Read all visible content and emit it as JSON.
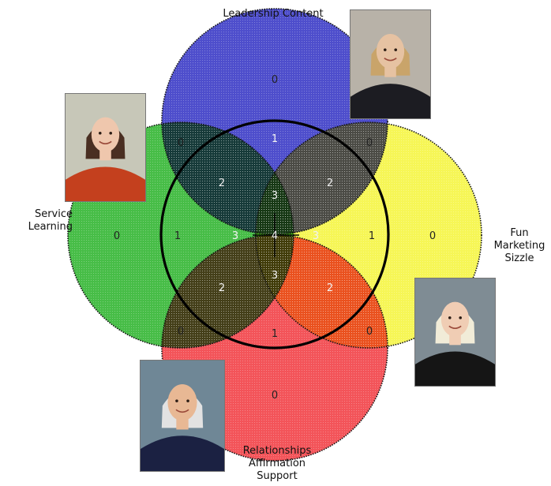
{
  "categories": {
    "top": {
      "lines": [
        "Leadership Content"
      ],
      "color": "#3f3fc8"
    },
    "left": {
      "lines": [
        "Service",
        "Learning"
      ],
      "color": "#1fae1f"
    },
    "right": {
      "lines": [
        "Fun",
        "Marketing",
        "Sizzle"
      ],
      "color": "#f4f43a"
    },
    "bottom": {
      "lines": [
        "Relationships",
        "Affirmation",
        "Support"
      ],
      "color": "#f0292f"
    }
  },
  "regions": [
    {
      "id": "top-only",
      "value": "0"
    },
    {
      "id": "left-only",
      "value": "0"
    },
    {
      "id": "right-only",
      "value": "0"
    },
    {
      "id": "bottom-only",
      "value": "0"
    },
    {
      "id": "top-left-outer",
      "value": "0"
    },
    {
      "id": "top-right-outer",
      "value": "0"
    },
    {
      "id": "bottom-left-outer",
      "value": "0"
    },
    {
      "id": "bottom-right-outer",
      "value": "0"
    },
    {
      "id": "top-inner",
      "value": "1"
    },
    {
      "id": "left-inner",
      "value": "1"
    },
    {
      "id": "right-inner",
      "value": "1"
    },
    {
      "id": "bottom-inner",
      "value": "1"
    },
    {
      "id": "top-left-pair",
      "value": "2"
    },
    {
      "id": "top-right-pair",
      "value": "2"
    },
    {
      "id": "bottom-left-pair",
      "value": "2"
    },
    {
      "id": "bottom-right-pair",
      "value": "2"
    },
    {
      "id": "triple-top",
      "value": "3"
    },
    {
      "id": "triple-left",
      "value": "3"
    },
    {
      "id": "triple-right",
      "value": "3"
    },
    {
      "id": "triple-bottom",
      "value": "3"
    },
    {
      "id": "center",
      "value": "4"
    }
  ],
  "photos": [
    {
      "id": "top",
      "person": "woman-blonde",
      "bg": "#b8b2a8",
      "hair": "#c9a46a",
      "clothing": "#1c1c22",
      "skin": "#e6c2a2"
    },
    {
      "id": "left",
      "person": "woman-dark-hair",
      "bg": "#c7c7b8",
      "hair": "#4a2f22",
      "clothing": "#c4401e",
      "skin": "#efc7ad"
    },
    {
      "id": "right",
      "person": "woman-platinum",
      "bg": "#7f8c94",
      "hair": "#f1ecd8",
      "clothing": "#151515",
      "skin": "#f0cdb4"
    },
    {
      "id": "bottom",
      "person": "man-gray-hair",
      "bg": "#6f8796",
      "hair": "#e2e2e2",
      "clothing": "#1b2142",
      "skin": "#e8b894"
    }
  ]
}
